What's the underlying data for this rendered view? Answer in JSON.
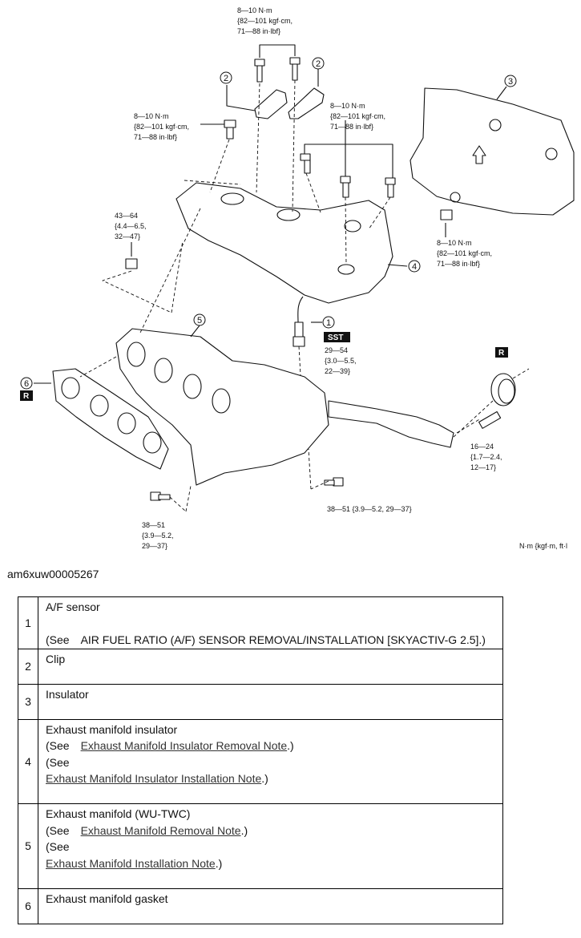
{
  "diagram": {
    "torque_labels": {
      "clip_bolts": [
        "8—10 N·m",
        "{82—101 kgf·cm,",
        "71—88 in·lbf}"
      ],
      "left_bolt": [
        "8—10 N·m",
        "{82—101 kgf·cm,",
        "71—88 in·lbf}"
      ],
      "insulator_bolts": [
        "8—10 N·m",
        "{82—101 kgf·cm,",
        "71—88 in·lbf}"
      ],
      "insulator_nut": [
        "8—10 N·m",
        "{82—101 kgf·cm,",
        "71—88 in·lbf}"
      ],
      "manifold_nut": [
        "43—64",
        "{4.4—6.5,",
        "32—47}"
      ],
      "af_sensor": [
        "29—54",
        "{3.0—5.5,",
        "22—39}"
      ],
      "stud": [
        "16—24",
        "{1.7—2.4,",
        "12—17}"
      ],
      "lower_right_bolt": [
        "38—51 {3.9—5.2, 29—37}"
      ],
      "lower_left_bolt": [
        "38—51",
        "{3.9—5.2,",
        "29—37}"
      ]
    },
    "callouts": [
      "1",
      "2",
      "2",
      "3",
      "4",
      "5",
      "6"
    ],
    "sst_badge": "SST",
    "replace_badges": [
      "R",
      "R"
    ],
    "units_note": "N·m {kgf·m, ft·l"
  },
  "figure_id": "am6xuw00005267",
  "parts": [
    {
      "num": "1",
      "lines": [
        {
          "text": "A/F sensor"
        },
        {
          "text": ""
        },
        {
          "prefix": "(See",
          "plain": "AIR FUEL RATIO (A/F) SENSOR REMOVAL/INSTALLATION [SKYACTIV-G 2.5].)"
        }
      ]
    },
    {
      "num": "2",
      "lines": [
        {
          "text": "Clip"
        },
        {
          "text": ""
        }
      ]
    },
    {
      "num": "3",
      "lines": [
        {
          "text": "Insulator"
        },
        {
          "text": ""
        }
      ]
    },
    {
      "num": "4",
      "lines": [
        {
          "text": "Exhaust manifold insulator"
        },
        {
          "prefix": "(See",
          "link": "Exhaust Manifold Insulator Removal Note",
          "suffix": ".)"
        },
        {
          "text": "(See"
        },
        {
          "link": "Exhaust Manifold Insulator Installation Note",
          "suffix": ".)"
        },
        {
          "text": ""
        }
      ]
    },
    {
      "num": "5",
      "lines": [
        {
          "text": "Exhaust manifold (WU-TWC)"
        },
        {
          "prefix": "(See",
          "link": "Exhaust Manifold Removal Note",
          "suffix": ".)"
        },
        {
          "text": "(See"
        },
        {
          "link": "Exhaust Manifold Installation Note",
          "suffix": ".)"
        },
        {
          "text": ""
        }
      ]
    },
    {
      "num": "6",
      "lines": [
        {
          "text": "Exhaust manifold gasket"
        },
        {
          "text": ""
        }
      ]
    }
  ]
}
